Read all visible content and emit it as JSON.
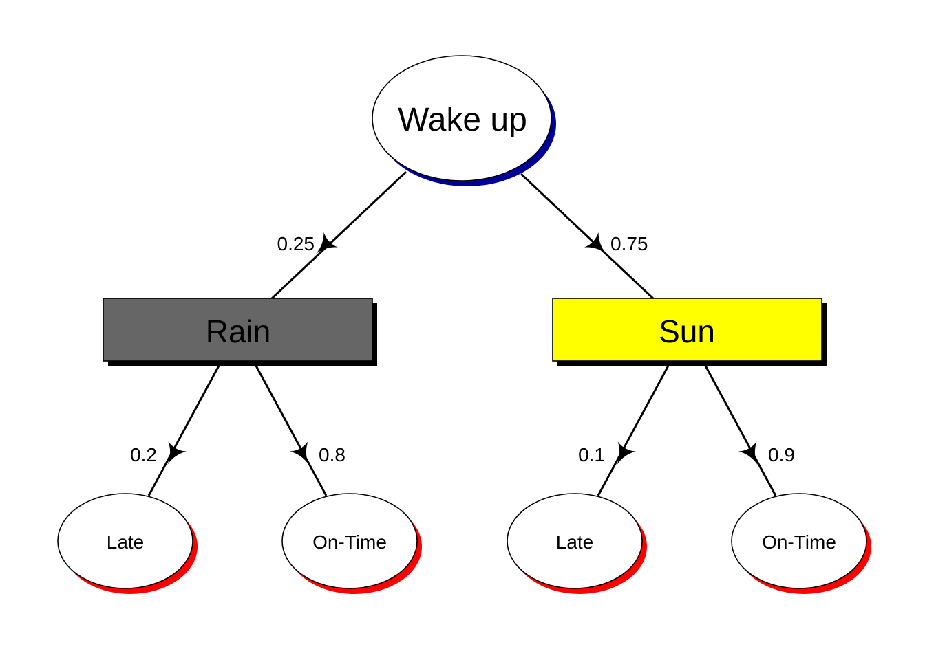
{
  "diagram": {
    "title": "",
    "colors": {
      "root_shadow": "#000099",
      "leaf_shadow": "#ff0000",
      "box_shadow": "#000000",
      "node_fill": "#ffffff",
      "line": "#000000"
    },
    "root": {
      "label": "Wake up"
    },
    "branches": [
      {
        "label": "Rain",
        "probability": "0.25",
        "fill": "#666666",
        "outcomes": [
          {
            "label": "Late",
            "probability": "0.2"
          },
          {
            "label": "On-Time",
            "probability": "0.8"
          }
        ]
      },
      {
        "label": "Sun",
        "probability": "0.75",
        "fill": "#ffff00",
        "outcomes": [
          {
            "label": "Late",
            "probability": "0.1"
          },
          {
            "label": "On-Time",
            "probability": "0.9"
          }
        ]
      }
    ]
  }
}
